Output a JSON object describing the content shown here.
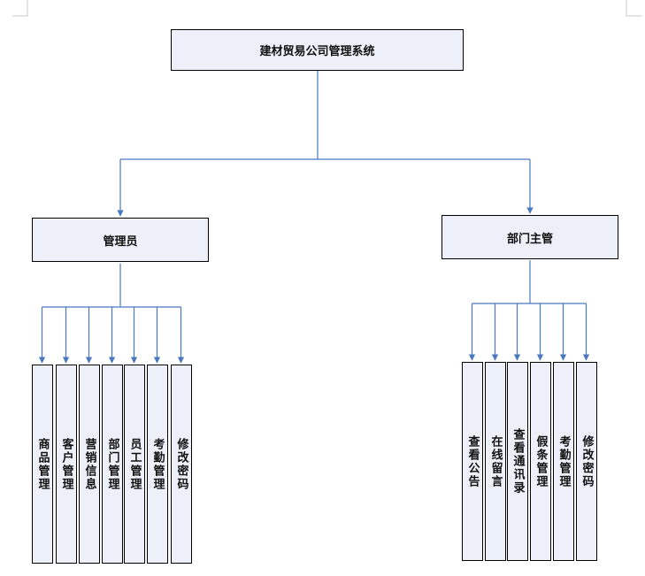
{
  "root": {
    "label": "建材贸易公司管理系统"
  },
  "branches": [
    {
      "label": "管理员",
      "children": [
        "商品管理",
        "客户管理",
        "营销信息",
        "部门管理",
        "员工管理",
        "考勤管理",
        "修改密码"
      ]
    },
    {
      "label": "部门主管",
      "children": [
        "查看公告",
        "在线留言",
        "查看通讯录",
        "假条管理",
        "考勤管理",
        "修改密码"
      ]
    }
  ],
  "colors": {
    "line": "#4a78c0",
    "box_fill": "#edf0f8",
    "border": "#000000"
  }
}
